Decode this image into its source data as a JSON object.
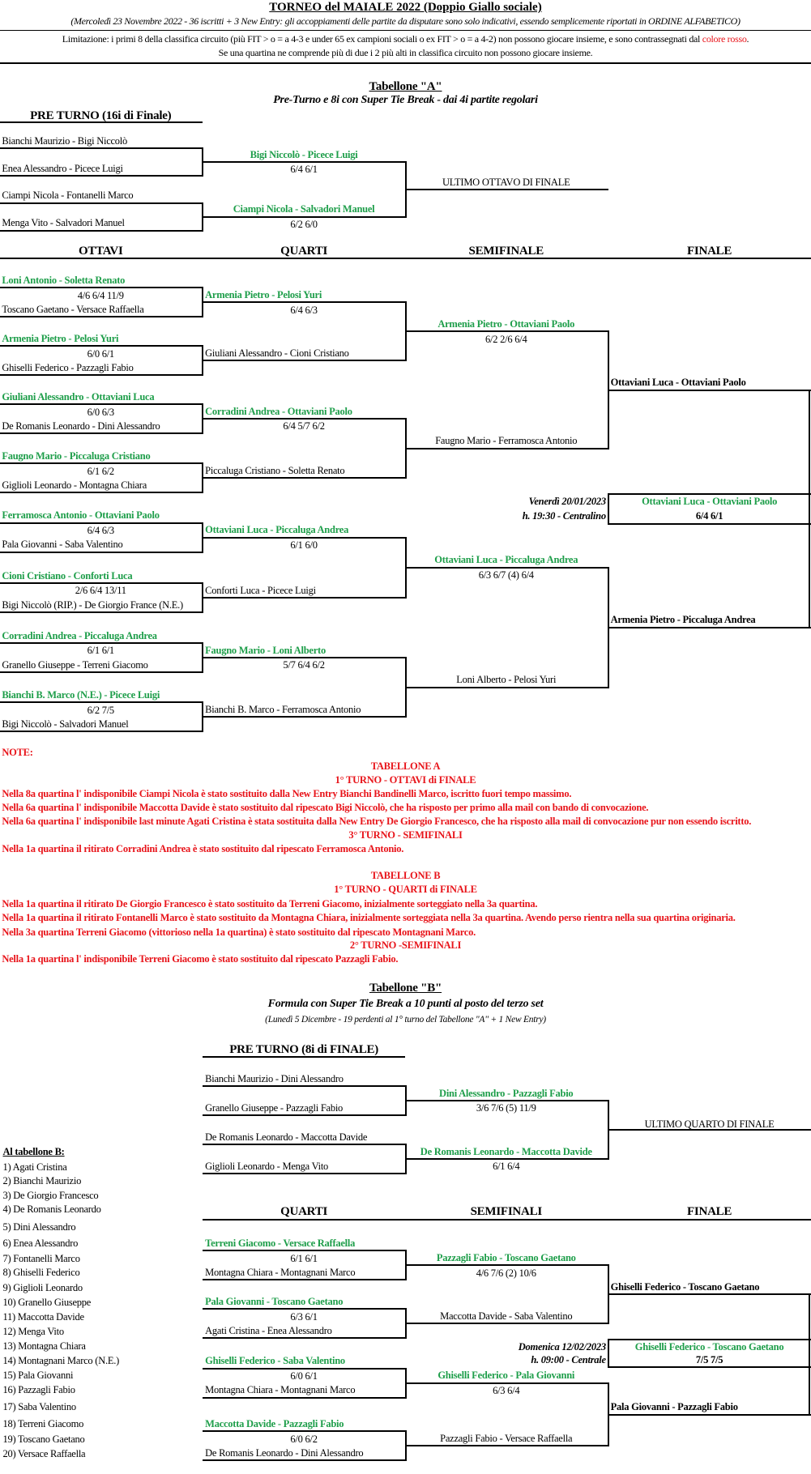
{
  "header": {
    "title": "TORNEO del MAIALE  2022 (Doppio Giallo sociale)",
    "subtitle": "(Mercoledì 23 Novembre 2022 - 36 iscritti + 3 New Entry: gli accoppiamenti delle partite da disputare sono solo indicativi, essendo semplicemente riportati in ORDINE ALFABETICO)",
    "limitation_text": "Limitazione: i primi 8 della classifica circuito (più FIT > o = a 4-3 e under 65 ex campioni sociali o ex FIT > o = a 4-2) non possono giocare insieme, e sono contrassegnati dal ",
    "limitation_red": "colore rosso",
    "limitation_end": ".",
    "limitation_line2": "Se una quartina ne comprende più di due i 2 più alti in classifica circuito non possono giocare insieme."
  },
  "colors": {
    "winner_green": "#1e9e4a",
    "note_red": "#e8141a",
    "text": "#000000"
  },
  "tabellone_a": {
    "title": "Tabellone \"A\"",
    "subtitle": "Pre-Turno e 8i con Super Tie Break - dai 4i partite regolari",
    "preturno": {
      "heading": "PRE TURNO (16i di Finale)",
      "pairs": [
        "Bianchi Maurizio - Bigi Niccolò",
        "Enea Alessandro - Picece Luigi",
        "Ciampi Nicola - Fontanelli Marco",
        "Menga Vito - Salvadori Manuel"
      ],
      "winners": [
        "Bigi Niccolò - Picece Luigi",
        "Ciampi Nicola - Salvadori Manuel"
      ],
      "scores": [
        "6/4  6/1",
        "6/2  6/0"
      ],
      "next_label": "ULTIMO OTTAVO DI FINALE"
    },
    "round_headers": [
      "OTTAVI",
      "QUARTI",
      "SEMIFINALE",
      "FINALE"
    ],
    "ottavi": [
      {
        "winner": "Loni Antonio - Soletta Renato",
        "score": "4/6  6/4  11/9",
        "opponent": "Toscano Gaetano - Versace Raffaella"
      },
      {
        "winner": "Armenia Pietro - Pelosi Yuri",
        "score": "6/0  6/1",
        "opponent": "Ghiselli Federico - Pazzagli Fabio"
      },
      {
        "winner": "Giuliani Alessandro - Ottaviani Luca",
        "score": "6/0  6/3",
        "opponent": "De Romanis Leonardo - Dini Alessandro"
      },
      {
        "winner": "Faugno Mario - Piccaluga Cristiano",
        "score": "6/1  6/2",
        "opponent": "Giglioli Leonardo - Montagna Chiara"
      },
      {
        "winner": "Ferramosca Antonio - Ottaviani Paolo",
        "score": "6/4  6/3",
        "opponent": "Pala Giovanni - Saba Valentino"
      },
      {
        "winner": "Cioni Cristiano - Conforti Luca",
        "score": "2/6  6/4  13/11",
        "opponent": "Bigi Niccolò (RIP.) - De Giorgio France (N.E.)"
      },
      {
        "winner": "Corradini Andrea - Piccaluga Andrea",
        "score": "6/1  6/1",
        "opponent": "Granello Giuseppe - Terreni Giacomo"
      },
      {
        "winner": "Bianchi B. Marco (N.E.) - Picece Luigi",
        "score": "6/2  7/5",
        "opponent": "Bigi Niccolò - Salvadori Manuel"
      }
    ],
    "quarti": [
      {
        "winner": "Armenia Pietro - Pelosi Yuri",
        "score": "6/4  6/3",
        "opponent": "Giuliani Alessandro - Cioni Cristiano"
      },
      {
        "winner": "Corradini Andrea - Ottaviani Paolo",
        "score": "6/4  5/7  6/2",
        "opponent": "Piccaluga Cristiano - Soletta Renato"
      },
      {
        "winner": "Ottaviani Luca - Piccaluga Andrea",
        "score": "6/1  6/0",
        "opponent": "Conforti Luca - Picece Luigi"
      },
      {
        "winner": "Faugno Mario - Loni Alberto",
        "score": "5/7  6/4  6/2",
        "opponent": "Bianchi B. Marco - Ferramosca Antonio"
      }
    ],
    "semis": [
      {
        "winner": "Armenia Pietro - Ottaviani Paolo",
        "score": "6/2  2/6  6/4",
        "opponent": "Faugno Mario - Ferramosca Antonio"
      },
      {
        "winner": "Ottaviani Luca - Piccaluga Andrea",
        "score": "6/3  6/7 (4)  6/4",
        "opponent": "Loni Alberto - Pelosi Yuri"
      }
    ],
    "final": {
      "finalist_1": "Ottaviani Luca - Ottaviani Paolo",
      "finalist_2": "Armenia Pietro - Piccaluga Andrea",
      "winner": "Ottaviani Luca - Ottaviani Paolo",
      "score": "6/4  6/1",
      "date": "Venerdì 20/01/2023",
      "time": "h. 19:30 - Centralino"
    }
  },
  "notes": {
    "label": "NOTE:",
    "tabellone_a": {
      "heading": "TABELLONE A",
      "sections": [
        {
          "title": "1° TURNO - OTTAVI di FINALE",
          "lines": [
            "Nella 8a quartina l' indisponibile Ciampi Nicola è stato sostituito dalla New Entry  Bianchi Bandinelli Marco, iscritto fuori tempo massimo.",
            "Nella 6a quartina l' indisponibile Maccotta Davide è stato sostituito dal ripescato Bigi Niccolò, che ha risposto per primo alla mail con bando di convocazione.",
            "Nella 6a quartina l' indisponibile last minute Agati Cristina è stata sostituita dalla New Entry De Giorgio Francesco, che ha risposto alla mail di convocazione pur non essendo iscritto."
          ]
        },
        {
          "title": "3° TURNO - SEMIFINALI",
          "lines": [
            "Nella 1a quartina il ritirato Corradini Andrea è stato sostituito dal ripescato Ferramosca Antonio."
          ]
        }
      ]
    },
    "tabellone_b": {
      "heading": "TABELLONE B",
      "sections": [
        {
          "title": "1° TURNO - QUARTI di FINALE",
          "lines": [
            "Nella 1a quartina il ritirato De Giorgio Francesco è stato sostituito da Terreni Giacomo, inizialmente sorteggiato nella 3a quartina.",
            "Nella 1a quartina il ritirato Fontanelli Marco è stato sostituito da Montagna Chiara, inizialmente sorteggiata nella 3a quartina. Avendo perso rientra nella sua quartina originaria.",
            "Nella 3a quartina Terreni Giacomo (vittorioso nella 1a quartina) è stato sostituito dal ripescato Montagnani Marco."
          ]
        },
        {
          "title": "2° TURNO -SEMIFINALI",
          "lines": [
            "Nella 1a quartina l' indisponibile Terreni Giacomo è stato sostituito dal ripescato Pazzagli Fabio."
          ]
        }
      ]
    }
  },
  "tabellone_b": {
    "title": "Tabellone \"B\"",
    "subtitle": "Formula con Super Tie Break a 10 punti al posto del terzo set",
    "note": "(Lunedì 5 Dicembre - 19 perdenti al 1° turno del Tabellone \"A\" + 1 New Entry)",
    "preturno": {
      "heading": "PRE TURNO (8i di FINALE)",
      "pairs": [
        "Bianchi Maurizio - Dini Alessandro",
        "Granello Giuseppe - Pazzagli Fabio",
        "De Romanis Leonardo - Maccotta Davide",
        "Giglioli Leonardo - Menga Vito"
      ],
      "winners": [
        "Dini Alessandro - Pazzagli Fabio",
        "De Romanis Leonardo - Maccotta Davide"
      ],
      "scores": [
        "3/6  7/6 (5)  11/9",
        "6/1  6/4"
      ],
      "next_label": "ULTIMO QUARTO DI FINALE"
    },
    "players_heading": "Al tabellone B:",
    "players": [
      "1)  Agati Cristina",
      "2)  Bianchi Maurizio",
      "3)  De Giorgio Francesco",
      "4)  De Romanis Leonardo",
      "5)  Dini Alessandro",
      "6)  Enea Alessandro",
      "7)  Fontanelli Marco",
      "8)  Ghiselli Federico",
      "9)  Giglioli Leonardo",
      "10) Granello Giuseppe",
      "11) Maccotta Davide",
      "12) Menga Vito",
      "13) Montagna Chiara",
      "14) Montagnani Marco (N.E.)",
      "15) Pala Giovanni",
      "16) Pazzagli Fabio",
      "17) Saba Valentino",
      "18) Terreni Giacomo",
      "19) Toscano Gaetano",
      "20) Versace Raffaella"
    ],
    "round_headers": [
      "QUARTI",
      "SEMIFINALI",
      "FINALE"
    ],
    "quarti": [
      {
        "winner": "Terreni Giacomo - Versace Raffaella",
        "score": "6/1  6/1",
        "opponent": "Montagna Chiara - Montagnani Marco"
      },
      {
        "winner": "Pala Giovanni - Toscano Gaetano",
        "score": "6/3  6/1",
        "opponent": "Agati Cristina - Enea Alessandro"
      },
      {
        "winner": "Ghiselli Federico - Saba Valentino",
        "score": "6/0  6/1",
        "opponent": "Montagna Chiara - Montagnani Marco"
      },
      {
        "winner": "Maccotta Davide - Pazzagli Fabio",
        "score": "6/0  6/2",
        "opponent": "De Romanis Leonardo - Dini Alessandro"
      }
    ],
    "semis": [
      {
        "winner": "Pazzagli Fabio - Toscano Gaetano",
        "score": "4/6  7/6 (2)  10/6",
        "opponent": "Maccotta Davide - Saba Valentino"
      },
      {
        "winner": "Ghiselli Federico - Pala Giovanni",
        "score": "6/3  6/4",
        "opponent": "Pazzagli Fabio - Versace Raffaella"
      }
    ],
    "final": {
      "finalist_1": "Ghiselli Federico - Toscano Gaetano",
      "finalist_2": "Pala Giovanni - Pazzagli Fabio",
      "winner": "Ghiselli Federico - Toscano Gaetano",
      "score": "7/5  7/5",
      "date": "Domenica 12/02/2023",
      "time": "h. 09:00 - Centrale"
    }
  }
}
